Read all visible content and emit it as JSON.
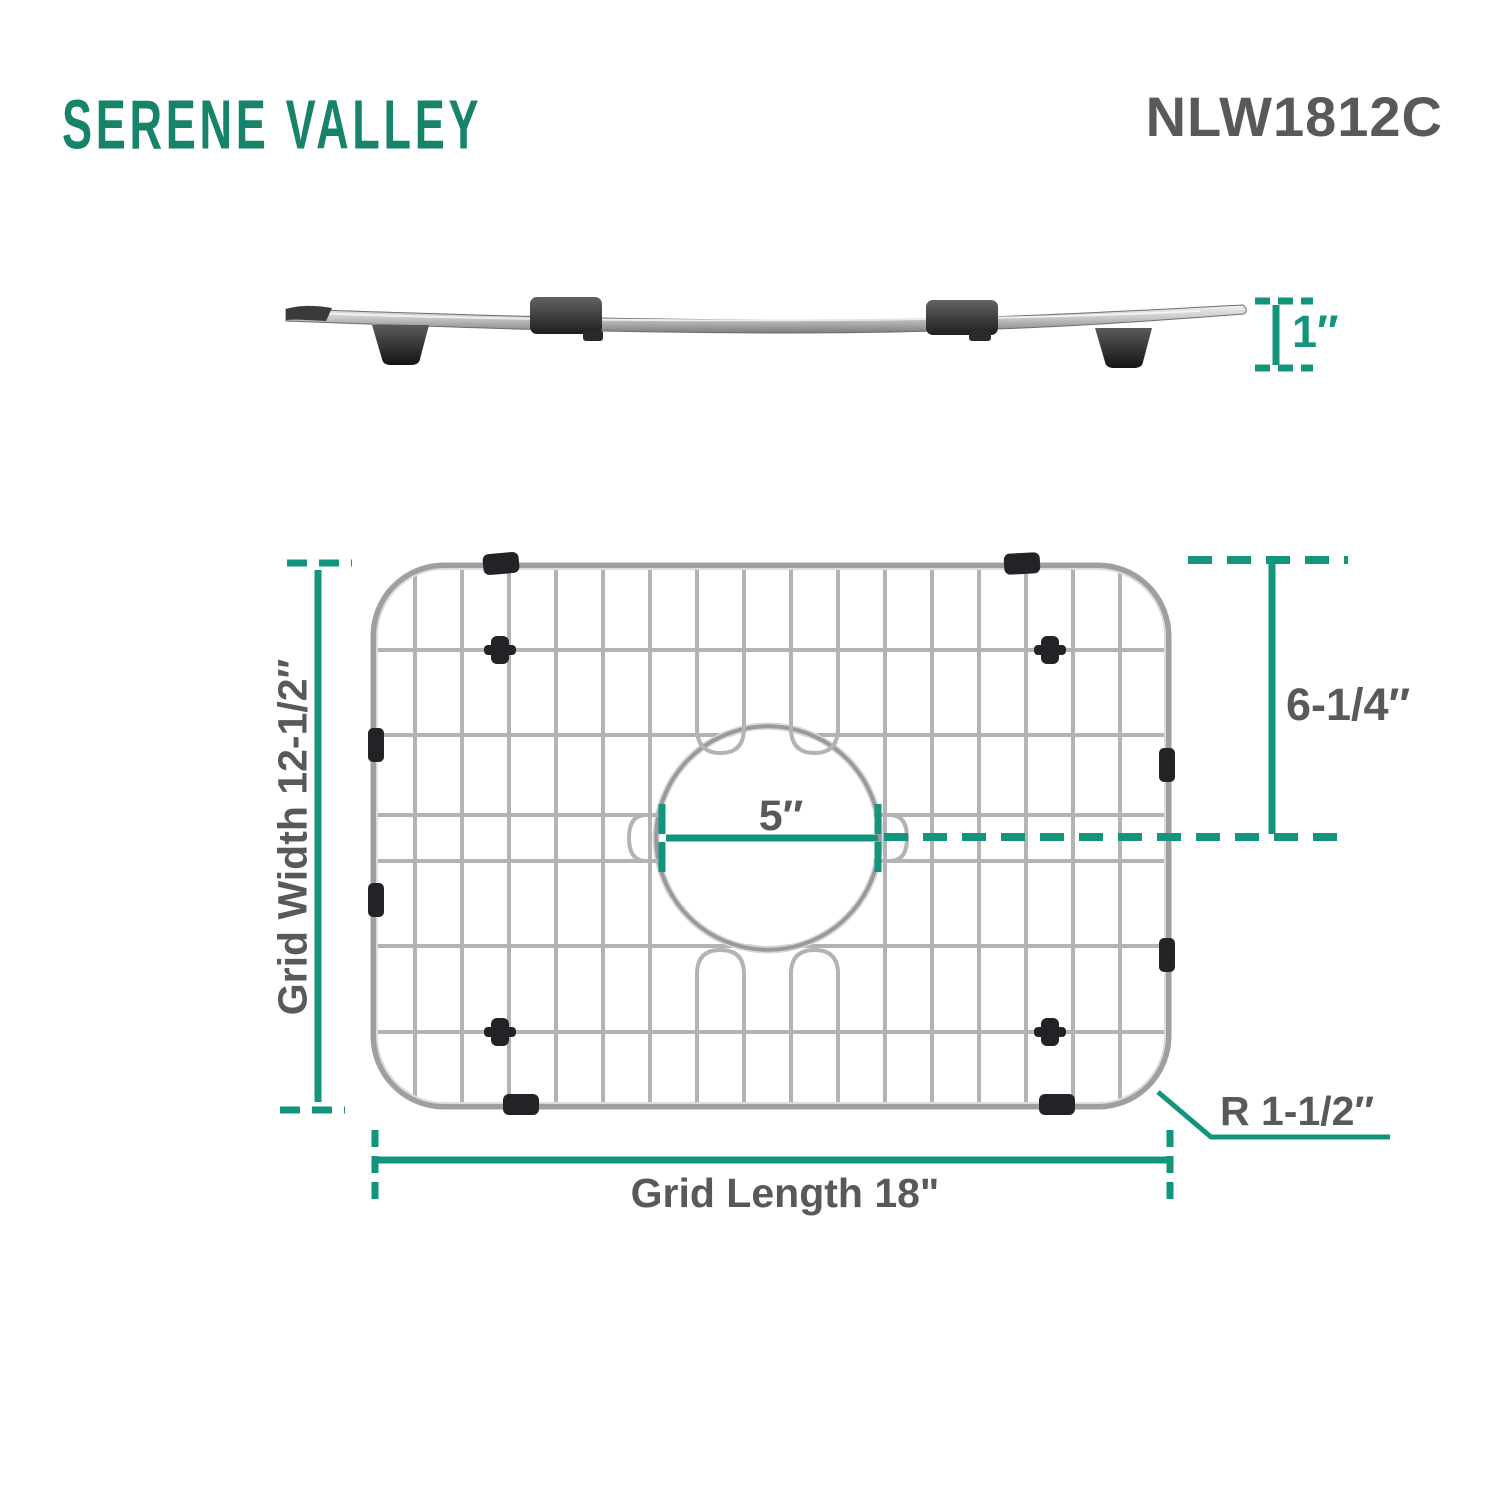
{
  "header": {
    "brand": "SERENE VALLEY",
    "model": "NLW1812C"
  },
  "colors": {
    "accent_teal": "#12947D",
    "brand_green": "#17836A",
    "label_gray": "#58595B"
  },
  "side_view": {
    "height_dim": "1″"
  },
  "top_view": {
    "width_dim": "Grid Width 12-1/2″",
    "length_dim": "Grid Length 18\"",
    "hole_dim": "5″",
    "hole_offset_dim": "6-1/4″",
    "corner_radius_dim": "R 1-1/2″"
  }
}
